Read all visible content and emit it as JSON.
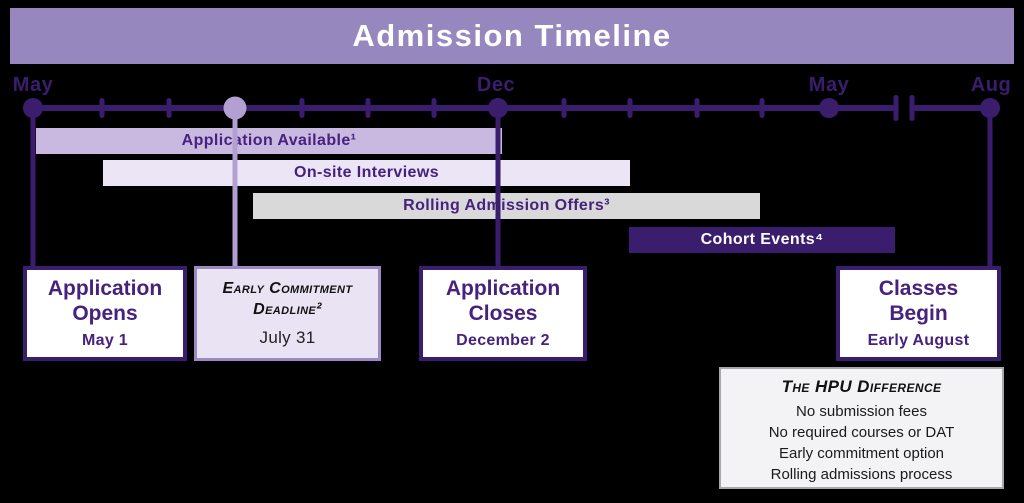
{
  "header": {
    "title": "Admission Timeline"
  },
  "timeline": {
    "months": [
      {
        "label": "May"
      },
      {
        "label": "Dec"
      },
      {
        "label": "May"
      },
      {
        "label": "Aug"
      }
    ]
  },
  "bars": [
    {
      "label": "Application Available¹"
    },
    {
      "label": "On-site Interviews"
    },
    {
      "label": "Rolling Admission Offers³"
    },
    {
      "label": "Cohort Events⁴"
    }
  ],
  "events": [
    {
      "title": "Application\nOpens",
      "date": "May 1"
    },
    {
      "title": "Early Commitment\nDeadline²",
      "date": "July 31"
    },
    {
      "title": "Application\nCloses",
      "date": "December 2"
    },
    {
      "title": "Classes\nBegin",
      "date": "Early August"
    }
  ],
  "hpu": {
    "title": "The HPU Difference",
    "items": [
      "No submission fees",
      "No required courses or DAT",
      "Early commitment option",
      "Rolling admissions process"
    ]
  },
  "colors": {
    "background": "#000000",
    "header_purple": "#9687bf",
    "dark_purple": "#3b1d6e",
    "text_purple": "#46217e",
    "light_purple": "#b3a0d3",
    "bar_application_available": "#c9b9e0",
    "bar_onsite_interviews": "#ebe5f5",
    "bar_rolling_offers": "#d9d9d9",
    "early_box_bg": "#e9e3f4",
    "early_box_border": "#9c89c4",
    "hpu_box_bg": "#f3f2f4",
    "hpu_box_border": "#a9a6ad"
  }
}
